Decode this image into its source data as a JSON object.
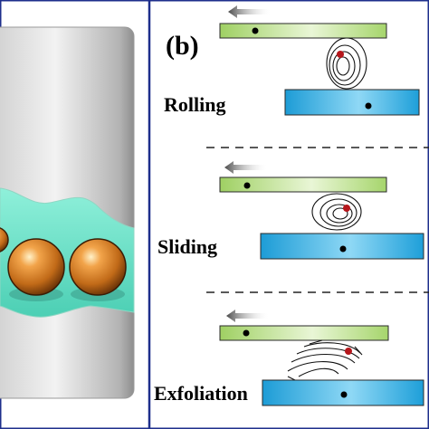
{
  "figure": {
    "panel_letter": "(b)",
    "modes": [
      {
        "name": "Rolling"
      },
      {
        "name": "Sliding"
      },
      {
        "name": "Exfoliation"
      }
    ]
  },
  "colors": {
    "frame": "#1e2f8c",
    "top_plate": "#a9d46a",
    "bottom_plate": "#2aa6dc",
    "fluid": "#6fe0c6",
    "sphere": "#d07a22",
    "left_panel": "#c8c8c8"
  }
}
